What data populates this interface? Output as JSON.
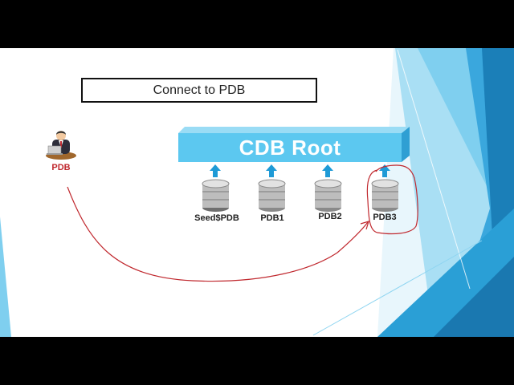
{
  "title": "Connect to PDB",
  "root": {
    "label": "CDB Root"
  },
  "user": {
    "label": "PDB"
  },
  "databases": [
    {
      "label": "Seed$PDB",
      "highlighted": false
    },
    {
      "label": "PDB1",
      "highlighted": false
    },
    {
      "label": "PDB2",
      "highlighted": false
    },
    {
      "label": "PDB3",
      "highlighted": true
    }
  ],
  "colors": {
    "root_fill": "#5cc8f0",
    "arrow": "#1e9ad6",
    "connection_line": "#c0282e",
    "background": "#ffffff",
    "letterbox": "#000000"
  }
}
